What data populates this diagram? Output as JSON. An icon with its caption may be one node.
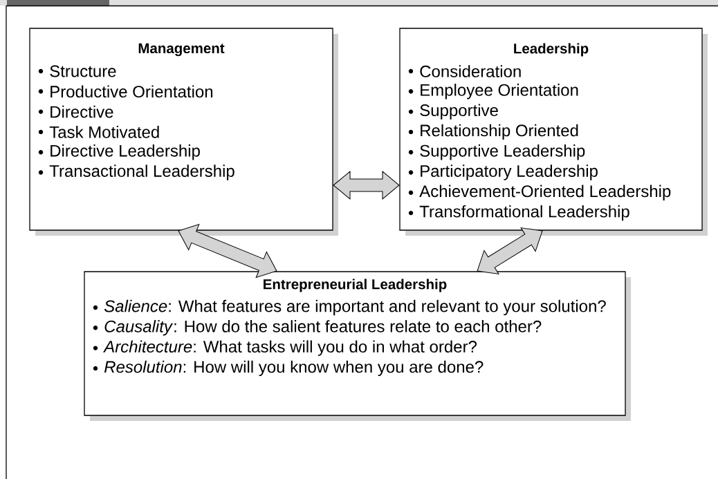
{
  "diagram": {
    "nodes": [
      {
        "text": [
          "Management",
          "Structure",
          "Productive Orientation",
          "Directive",
          "Task Motivated",
          "Directive Leadership",
          "Transactional Leadership"
        ]
      },
      {
        "text": [
          "Leadership",
          "Consideration",
          "Employee Orientation",
          "Supportive",
          "Relationship Oriented",
          "Supportive Leadership",
          "Participatory Leadership",
          "Achievement-Oriented Leadership",
          "Transformational Leadership"
        ]
      },
      {
        "text": [
          "Entrepreneurial Leadership",
          "*Salience*: What features are important and relevant to your solution?",
          "*Causality*: How do the salient features relate to each other?",
          "*Architecture*: What tasks will you do in what order?",
          "*Resolution*: How will you know when you are done?"
        ]
      }
    ],
    "edges": [
      {
        "from": 0,
        "to": 1,
        "arrow": "both"
      },
      {
        "from": 0,
        "to": 2,
        "arrow": "both"
      },
      {
        "from": 1,
        "to": 2,
        "arrow": "both"
      }
    ]
  }
}
